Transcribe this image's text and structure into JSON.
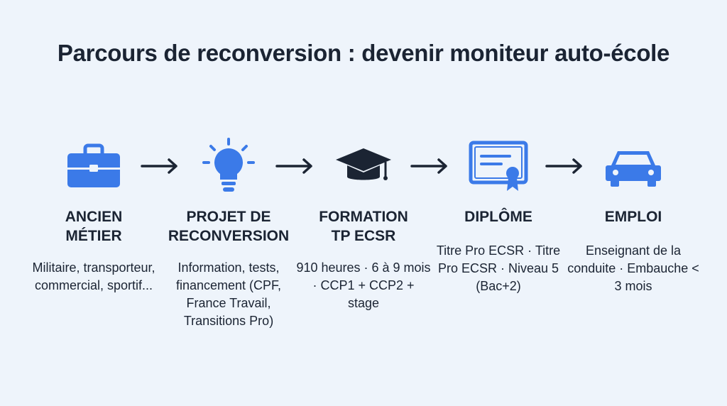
{
  "title": "Parcours de reconversion : devenir moniteur auto-école",
  "accent_color": "#3b7ae8",
  "arrow_color": "#1b2433",
  "steps": [
    {
      "icon": "briefcase-icon",
      "heading": "ANCIEN\nMÉTIER",
      "description": "Militaire, transporteur, commercial, sportif..."
    },
    {
      "icon": "lightbulb-icon",
      "heading": "PROJET DE\nRECONVERSION",
      "description": "Information, tests, financement (CPF, France Travail, Transitions Pro)"
    },
    {
      "icon": "graduation-cap-icon",
      "heading": "FORMATION\nTP ECSR",
      "description": "910 heures · 6 à 9 mois · CCP1 + CCP2 + stage"
    },
    {
      "icon": "certificate-icon",
      "heading": "DIPLÔME",
      "description": "Titre Pro ECSR · Titre Pro ECSR · Niveau 5 (Bac+2)"
    },
    {
      "icon": "car-icon",
      "heading": "EMPLOI",
      "description": "Enseignant de la conduite · Embauche < 3 mois"
    }
  ]
}
